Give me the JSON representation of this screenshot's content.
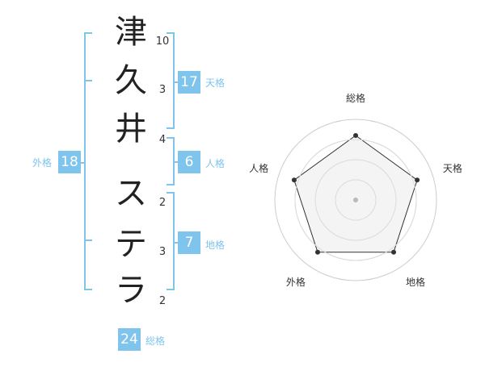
{
  "name": [
    {
      "char": "津",
      "strokes": "10"
    },
    {
      "char": "久",
      "strokes": "3"
    },
    {
      "char": "井",
      "strokes": "4"
    },
    {
      "char": "ス",
      "strokes": "2"
    },
    {
      "char": "テ",
      "strokes": "3"
    },
    {
      "char": "ラ",
      "strokes": "2"
    }
  ],
  "fortunes": {
    "tenkaku": {
      "value": "17",
      "label": "天格"
    },
    "jinkaku": {
      "value": "6",
      "label": "人格"
    },
    "chikaku": {
      "value": "7",
      "label": "地格"
    },
    "gaikaku": {
      "value": "18",
      "label": "外格"
    },
    "soukaku": {
      "value": "24",
      "label": "総格"
    }
  },
  "chart_data": {
    "type": "radar",
    "axes": [
      "総格",
      "天格",
      "地格",
      "外格",
      "人格"
    ],
    "values": [
      0.8,
      0.8,
      0.8,
      0.8,
      0.8
    ],
    "max": 1,
    "rings": 4
  },
  "colors": {
    "accent": "#7fc4ec",
    "chart_fill": "#f0f0f0",
    "chart_line": "#333333",
    "ring": "#cccccc"
  }
}
